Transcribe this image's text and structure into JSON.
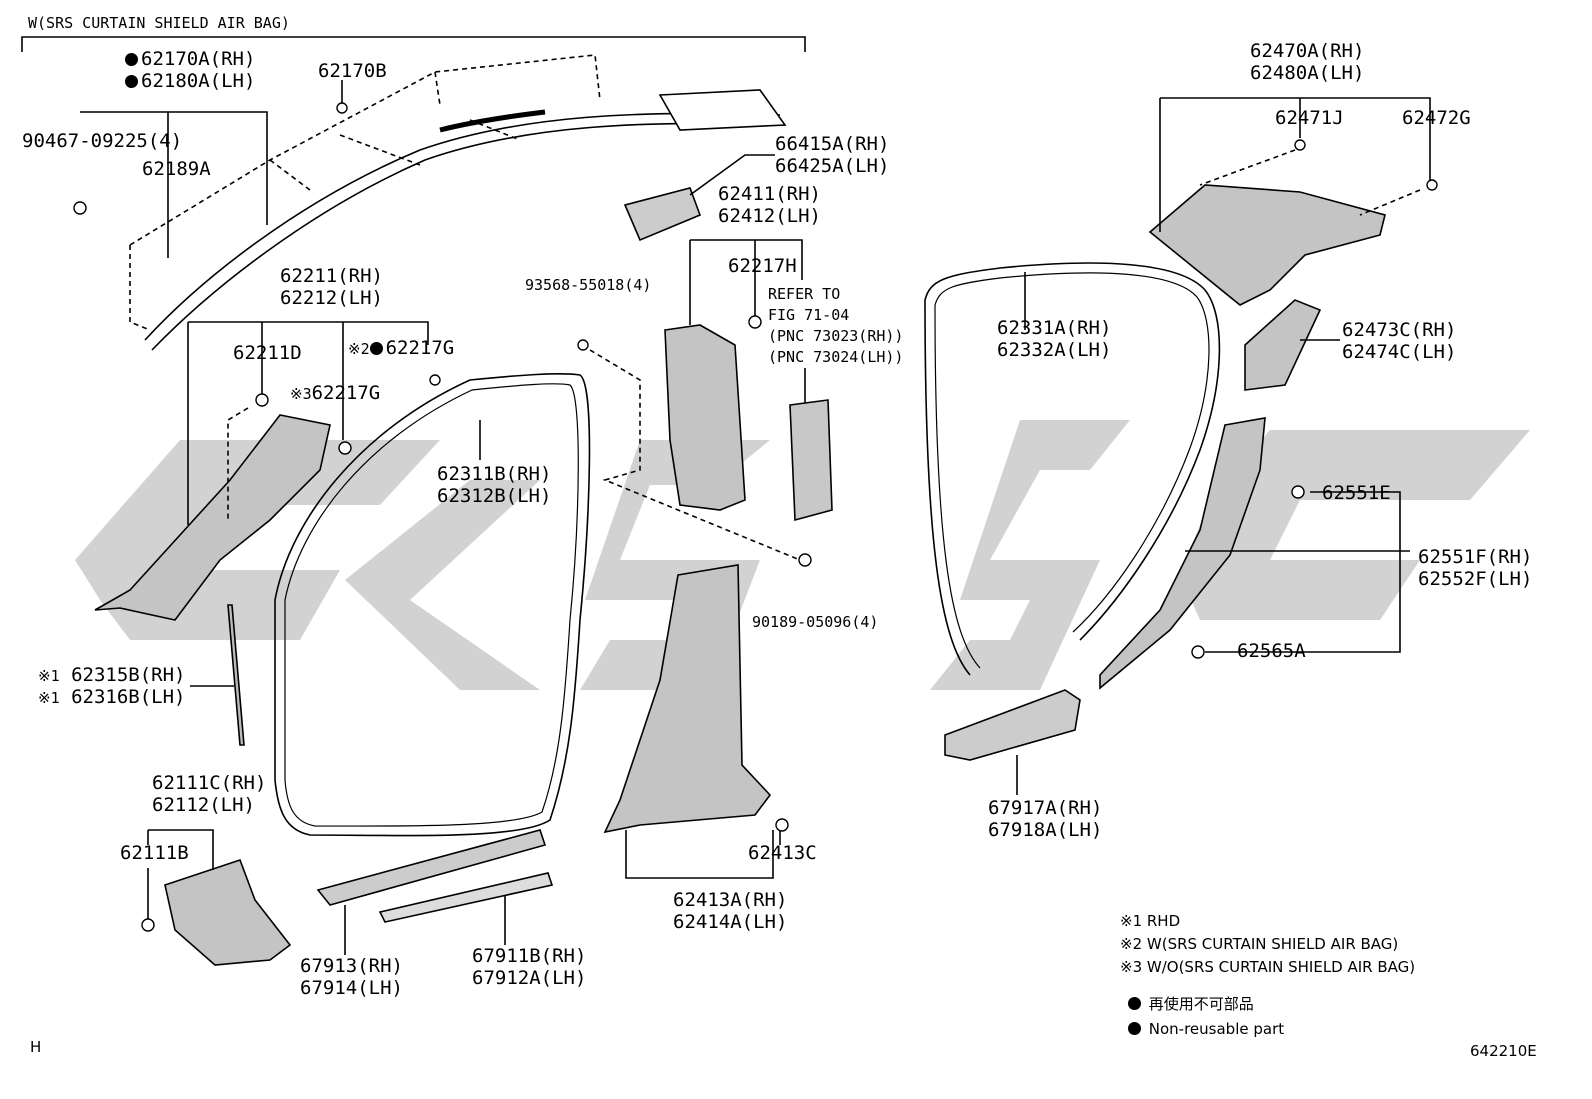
{
  "header_label": "W(SRS CURTAIN SHIELD AIR BAG)",
  "footer_left": "H",
  "footer_right": "642210E",
  "parts": {
    "p62170A": "62170A(RH)",
    "p62180A": "62180A(LH)",
    "p62170B": "62170B",
    "p90467": "90467-09225(4)",
    "p62189A": "62189A",
    "p62211": "62211(RH)",
    "p62212": "62212(LH)",
    "p62211D": "62211D",
    "mark2_62217G": "※2",
    "p62217G_a": "62217G",
    "mark3_62217G": "※3",
    "p62217G_b": "62217G",
    "mark1a": "※1",
    "p62315B": "62315B(RH)",
    "mark1b": "※1",
    "p62316B": "62316B(LH)",
    "p62111C": "62111C(RH)",
    "p62112": "62112(LH)",
    "p62111B": "62111B",
    "p62311B": "62311B(RH)",
    "p62312B": "62312B(LH)",
    "p67913": "67913(RH)",
    "p67914": "67914(LH)",
    "p67911B": "67911B(RH)",
    "p67912A": "67912A(LH)",
    "p93568": "93568-55018(4)",
    "p66415A": "66415A(RH)",
    "p66425A": "66425A(LH)",
    "p62411": "62411(RH)",
    "p62412": "62412(LH)",
    "p62217H": "62217H",
    "refer1": "REFER TO",
    "refer2": "FIG 71-04",
    "refer3": "(PNC 73023(RH))",
    "refer4": "(PNC 73024(LH))",
    "p90189": "90189-05096(4)",
    "p62413C": "62413C",
    "p62413A": "62413A(RH)",
    "p62414A": "62414A(LH)",
    "p62470A": "62470A(RH)",
    "p62480A": "62480A(LH)",
    "p62471J": "62471J",
    "p62472G": "62472G",
    "p62331A": "62331A(RH)",
    "p62332A": "62332A(LH)",
    "p62473C": "62473C(RH)",
    "p62474C": "62474C(LH)",
    "p62551E": "62551E",
    "p62551F": "62551F(RH)",
    "p62552F": "62552F(LH)",
    "p62565A": "62565A",
    "p67917A": "67917A(RH)",
    "p67918A": "67918A(LH)"
  },
  "legend": {
    "note1": "※1  RHD",
    "note2": "※2 W(SRS CURTAIN SHIELD AIR BAG)",
    "note3": "※3 W/O(SRS CURTAIN SHIELD AIR BAG)",
    "non_reusable_jp": "再使用不可部品",
    "non_reusable_en": "Non-reusable part"
  },
  "colors": {
    "line": "#000000",
    "watermark": "#d0d0d0",
    "part_fill": "#c4c4c4"
  }
}
